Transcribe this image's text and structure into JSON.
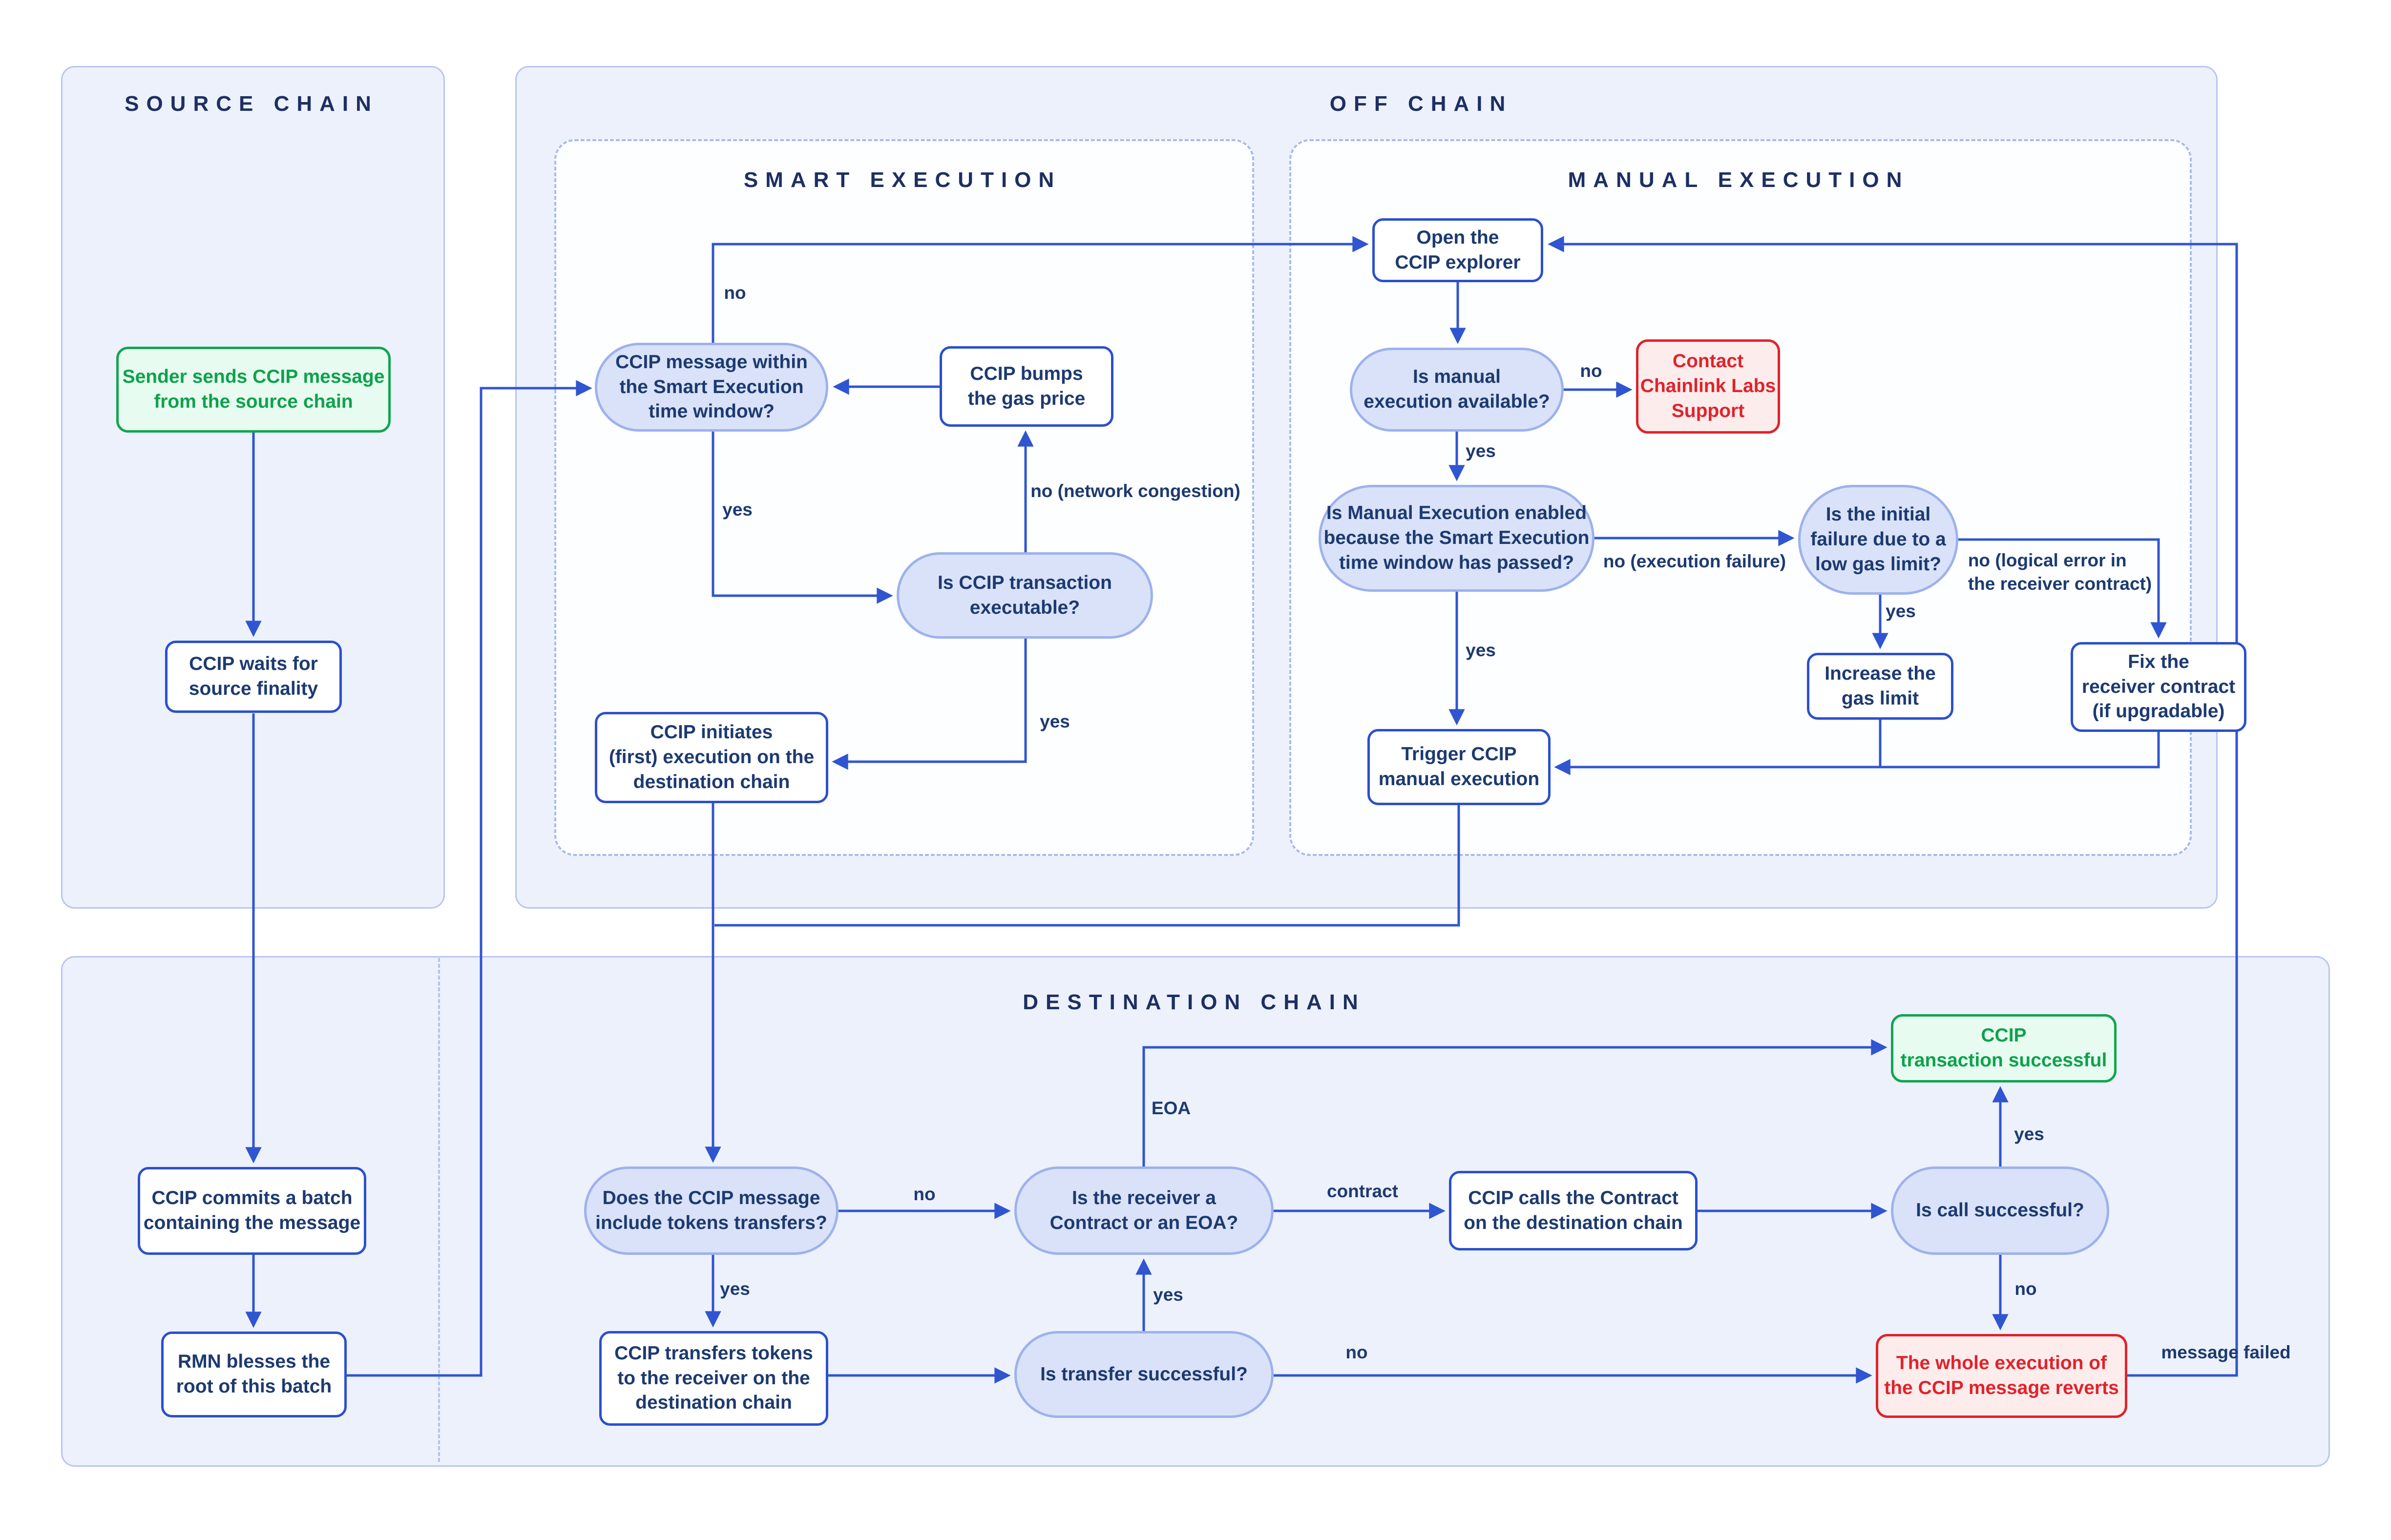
{
  "panels": {
    "source": {
      "title": "SOURCE CHAIN"
    },
    "offchain": {
      "title": "OFF CHAIN"
    },
    "smart": {
      "title": "SMART EXECUTION"
    },
    "manual": {
      "title": "MANUAL EXECUTION"
    },
    "destination": {
      "title": "DESTINATION CHAIN"
    }
  },
  "nodes": {
    "sender": {
      "label": "Sender sends CCIP message\nfrom the source chain",
      "type": "start"
    },
    "waits": {
      "label": "CCIP waits for\nsource finality",
      "type": "process"
    },
    "commits": {
      "label": "CCIP commits a batch\ncontaining the message",
      "type": "process"
    },
    "rmn": {
      "label": "RMN blesses the\nroot of this batch",
      "type": "process"
    },
    "q_window": {
      "label": "CCIP message within\nthe Smart Execution\ntime window?",
      "type": "decision"
    },
    "bumps": {
      "label": "CCIP bumps\nthe gas price",
      "type": "process"
    },
    "q_executable": {
      "label": "Is CCIP transaction\nexecutable?",
      "type": "decision"
    },
    "initiates": {
      "label": "CCIP initiates\n(first) execution on the\ndestination chain",
      "type": "process"
    },
    "open_explorer": {
      "label": "Open the\nCCIP explorer",
      "type": "process"
    },
    "q_manual_available": {
      "label": "Is manual\nexecution available?",
      "type": "decision"
    },
    "contact": {
      "label": "Contact\nChainlink Labs\nSupport",
      "type": "error"
    },
    "q_manual_enabled": {
      "label": "Is Manual Execution enabled\nbecause the Smart Execution\ntime window has passed?",
      "type": "decision"
    },
    "q_low_gas": {
      "label": "Is the initial\nfailure due to a\nlow gas limit?",
      "type": "decision"
    },
    "increase_gas": {
      "label": "Increase the\ngas limit",
      "type": "process"
    },
    "fix_receiver": {
      "label": "Fix the\nreceiver contract\n(if upgradable)",
      "type": "process"
    },
    "trigger": {
      "label": "Trigger CCIP\nmanual execution",
      "type": "process"
    },
    "q_tokens": {
      "label": "Does the CCIP message\ninclude tokens transfers?",
      "type": "decision"
    },
    "q_receiver": {
      "label": "Is the receiver a\nContract or an EOA?",
      "type": "decision"
    },
    "calls_contract": {
      "label": "CCIP calls the Contract\non the destination chain",
      "type": "process"
    },
    "q_call_success": {
      "label": "Is call successful?",
      "type": "decision"
    },
    "success": {
      "label": "CCIP\ntransaction successful",
      "type": "success"
    },
    "reverts": {
      "label": "The whole execution of\nthe CCIP message reverts",
      "type": "error"
    },
    "transfers": {
      "label": "CCIP transfers tokens\nto the receiver on the\ndestination chain",
      "type": "process"
    },
    "q_transfer_success": {
      "label": "Is transfer successful?",
      "type": "decision"
    }
  },
  "edge_labels": {
    "no_window": "no",
    "yes_window": "yes",
    "no_congestion": "no (network congestion)",
    "yes_executable": "yes",
    "no_manual": "no",
    "yes_manual": "yes",
    "no_exec_failure": "no (execution failure)",
    "yes_enabled": "yes",
    "yes_low_gas": "yes",
    "no_logical": "no (logical error in\nthe receiver contract)",
    "no_tokens": "no",
    "yes_tokens": "yes",
    "eoa": "EOA",
    "contract": "contract",
    "yes_call": "yes",
    "no_call": "no",
    "yes_transfer": "yes",
    "no_transfer": "no",
    "message_failed": "message failed"
  },
  "colors": {
    "flow_line": "#2f55d0",
    "node_border": "#2b50cc",
    "node_text": "#1d3a70",
    "pill_fill": "#d9e2f8",
    "pill_border": "#9db1ec",
    "panel_fill": "#edf1fc",
    "panel_border": "#b9c5f1",
    "dashed_border": "#a8baee",
    "title_text": "#1d2f63",
    "success_green": "#12a551",
    "success_fill": "#e7fbf0",
    "error_red": "#e0232b",
    "error_fill": "#fdecec"
  }
}
